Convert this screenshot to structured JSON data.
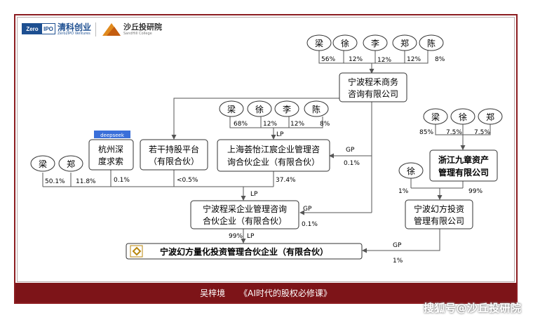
{
  "header": {
    "zero2ipo_logo_text": "Zero2IPO",
    "qingke_title": "清科创业",
    "qingke_sub": "Zero2IPO Ventures",
    "shaqiu_title": "沙丘投研院",
    "shaqiu_sub": "SandHill College"
  },
  "footer": {
    "author": "吴梓境",
    "book": "《AI时代的股权必修课》"
  },
  "watermark": "搜狐号@沙丘投研院",
  "diagram": {
    "people_top": [
      {
        "name": "梁",
        "pct": "56%"
      },
      {
        "name": "徐",
        "pct": "12%"
      },
      {
        "name": "李",
        "pct": "12%"
      },
      {
        "name": "郑",
        "pct": "12%"
      },
      {
        "name": "陈",
        "pct": "8%"
      }
    ],
    "people_mid": [
      {
        "name": "梁",
        "pct": "68%"
      },
      {
        "name": "徐",
        "pct": "12%"
      },
      {
        "name": "李",
        "pct": "12%"
      },
      {
        "name": "陈",
        "pct": "8%"
      }
    ],
    "people_right": [
      {
        "name": "梁",
        "pct": "85%"
      },
      {
        "name": "徐",
        "pct": "7.5%"
      },
      {
        "name": "郑",
        "pct": "7.5%"
      }
    ],
    "people_left": [
      {
        "name": "梁",
        "pct": "50.1%"
      },
      {
        "name": "郑",
        "pct": "11.8%"
      }
    ],
    "person_xu_bottom": {
      "name": "徐",
      "pct": "1%"
    },
    "boxes": {
      "chenghe": [
        "宁波程禾商务",
        "咨询有限公司"
      ],
      "ruogan": [
        "若干持股平台",
        "（有限合伙）"
      ],
      "hangzhou": [
        "杭州深",
        "度求索"
      ],
      "shanghai": [
        "上海荟怡江宸企业管理咨",
        "询合伙企业（有限合伙）"
      ],
      "jiuzhang": [
        "浙江九章资产",
        "管理有限公司"
      ],
      "chengcai": [
        "宁波程采企业管理咨询",
        "合伙企业（有限合伙）"
      ],
      "huanfang_mgmt": [
        "宁波幻方投资",
        "管理有限公司"
      ],
      "huanfang_fund": "宁波幻方量化投资管理合伙企业（有限合伙）"
    },
    "hangzhou_badge": "deepseek",
    "labels": {
      "lp_mid": "LP",
      "gp_shanghai": "GP",
      "gp_shanghai_pct": "0.1%",
      "hangzhou_pct": "0.1%",
      "ruogan_pct": "<0.5%",
      "shanghai_pct": "37.4%",
      "lp_chengcai": "LP",
      "gp_chengcai": "GP",
      "gp_chengcai_pct": "0.1%",
      "lp_fund_pct": "99%",
      "lp_fund": "LP",
      "gp_fund": "GP",
      "gp_fund_pct": "1%",
      "huanfang_mgmt_pct": "99%"
    }
  },
  "colors": {
    "frame": "#8c1c20",
    "footer_bg": "#7d1418",
    "line": "#555555"
  }
}
